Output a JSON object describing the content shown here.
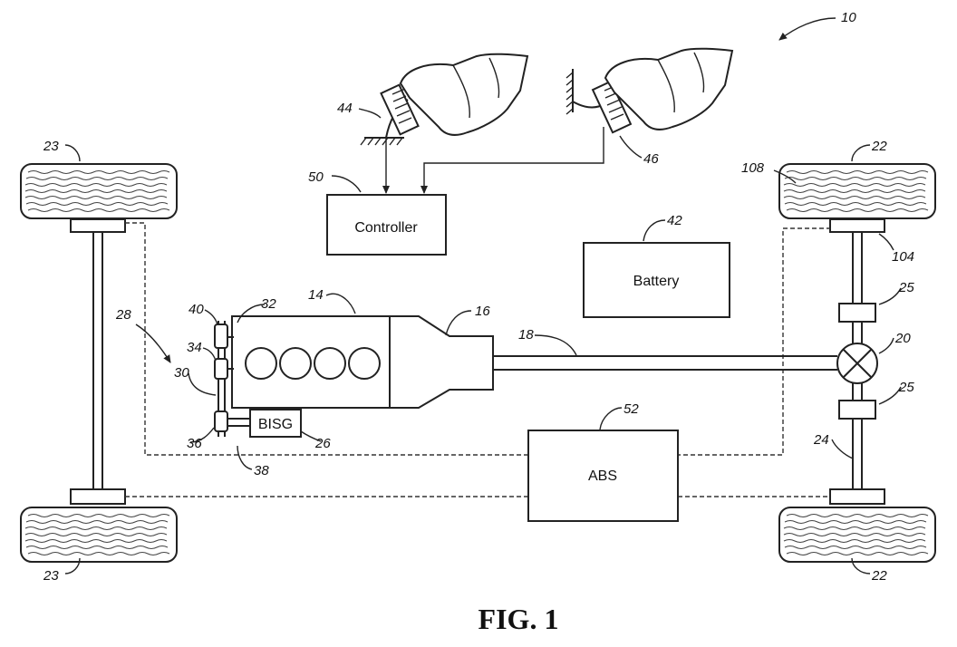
{
  "blocks": {
    "controller": "Controller",
    "battery": "Battery",
    "abs": "ABS",
    "bisg": "BISG"
  },
  "refs": {
    "system": "10",
    "engine": "14",
    "transmission": "16",
    "driveshaft": "18",
    "differential": "20",
    "rear_wheel_top": "22",
    "rear_wheel_bottom": "22",
    "front_wheel_top": "23",
    "front_wheel_bottom": "23",
    "rear_axle": "24",
    "half_shaft_upper": "25",
    "half_shaft_lower": "25",
    "bisg": "26",
    "front_axle": "28",
    "belt": "30",
    "crank_pulley": "32",
    "pulley_mid": "34",
    "pulley_low": "36",
    "bisg_shaft": "38",
    "pulley_top": "40",
    "accelerator_pedal": "44",
    "brake_pedal": "46",
    "battery": "42",
    "controller": "50",
    "abs": "52",
    "wheel_speed_sensor": "104",
    "wheel_brake": "108"
  },
  "caption": "FIG. 1"
}
